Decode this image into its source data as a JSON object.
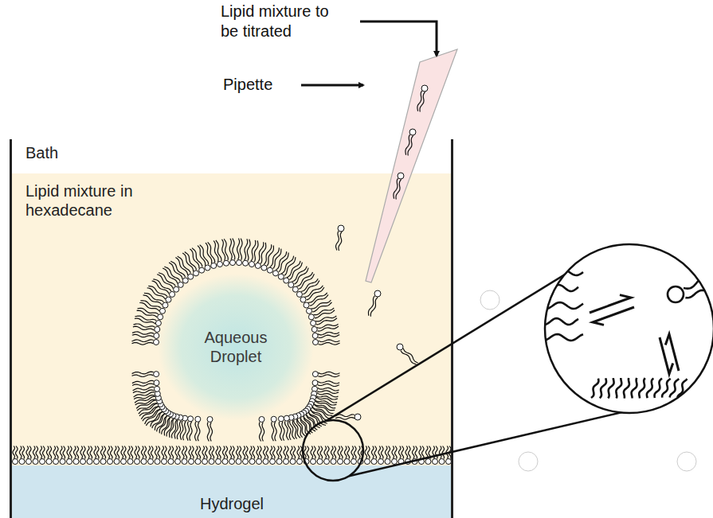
{
  "diagram": {
    "nodes": [
      {
        "text": [
          "Bath"
        ]
      },
      {
        "text": [
          "Lipid mixture in hexadecane"
        ],
        "in": 0
      },
      {
        "text": [
          "Aqueous Droplet"
        ],
        "in": 1
      },
      {
        "text": [
          "Hydrogel"
        ],
        "in": 0
      }
    ],
    "labels": [
      "Lipid mixture to be titrated",
      "Pipette"
    ]
  }
}
